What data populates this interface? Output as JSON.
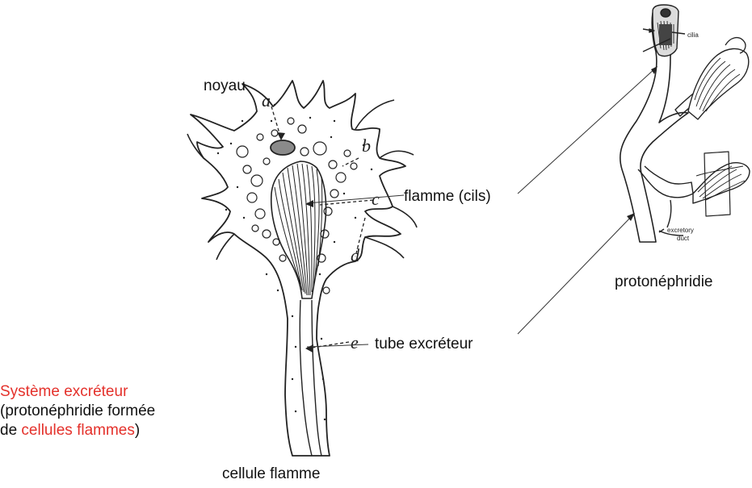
{
  "labels": {
    "noyau": "noyau",
    "flamme": "flamme (cils)",
    "tube": "tube excréteur",
    "protonephridie": "protonéphridie",
    "cellule_flamme": "cellule flamme"
  },
  "letters": {
    "a": "a",
    "b": "b",
    "c": "c",
    "d": "d",
    "e": "e"
  },
  "small_labels": {
    "cilia": "cilia",
    "excretory": "excretory",
    "duct": "duct"
  },
  "caption": {
    "line1": "Système excréteur",
    "line2": "(protonéphridie formée",
    "line3_prefix": "de ",
    "line3_red": "cellules flammes",
    "line3_suffix": ")"
  },
  "colors": {
    "highlight": "#e4312b",
    "ink": "#222222"
  }
}
